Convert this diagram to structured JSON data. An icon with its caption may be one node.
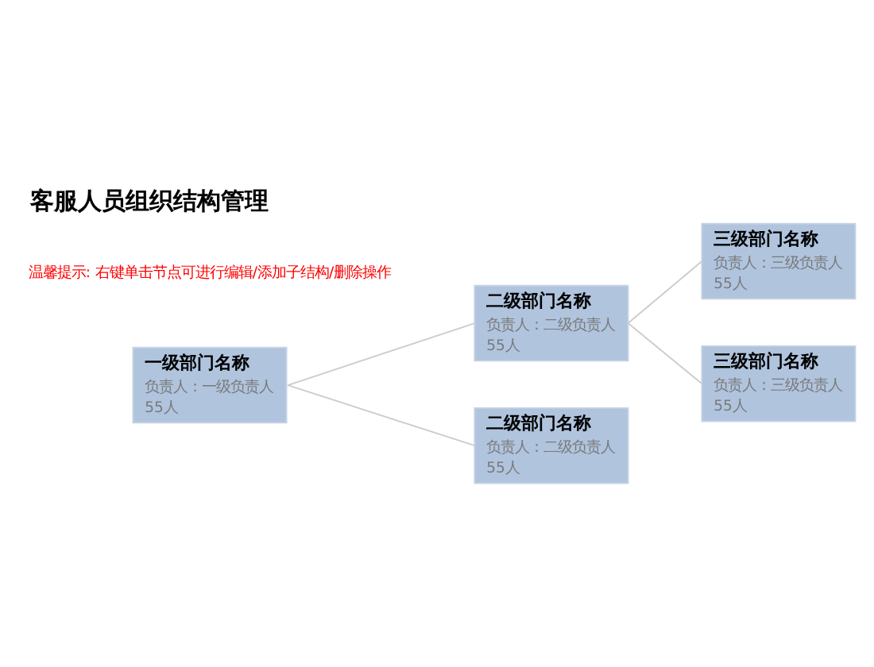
{
  "diagram": {
    "title": "客服人员组织结构管理",
    "nodes": [
      {
        "text": [
          "一级部门名称",
          "负责人：一级负责人",
          "55人"
        ]
      },
      {
        "text": [
          "二级部门名称",
          "负责人：二级负责人",
          "55人"
        ]
      },
      {
        "text": [
          "二级部门名称",
          "负责人：二级负责人",
          "55人"
        ]
      },
      {
        "text": [
          "三级部门名称",
          "负责人：三级负责人",
          "55人"
        ]
      },
      {
        "text": [
          "三级部门名称",
          "负责人：三级负责人",
          "55人"
        ]
      }
    ],
    "edges": [
      {
        "from": 0,
        "to": 1,
        "arrow": "none"
      },
      {
        "from": 0,
        "to": 2,
        "arrow": "none"
      },
      {
        "from": 1,
        "to": 3,
        "arrow": "none"
      },
      {
        "from": 1,
        "to": 4,
        "arrow": "none"
      }
    ],
    "labels": [
      "温馨提示: 右键单击节点可进行编辑/添加子结构/删除操作"
    ]
  }
}
